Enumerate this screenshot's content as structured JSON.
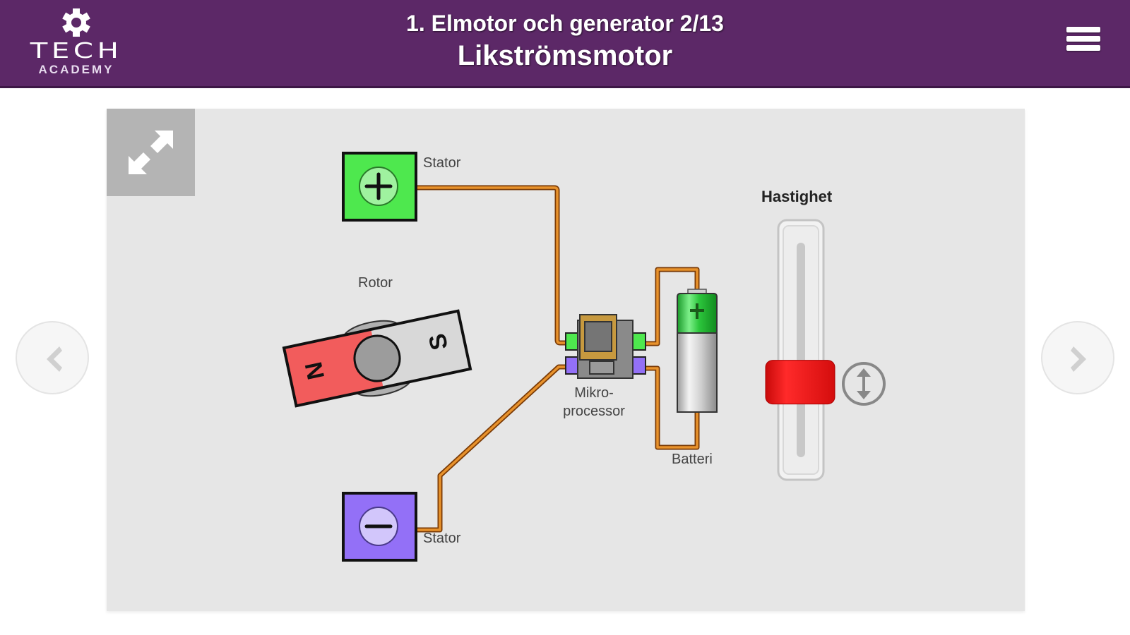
{
  "header": {
    "logo": {
      "word": "TECH",
      "sub": "ACADEMY",
      "icon": "gear-icon"
    },
    "chapter_title": "1. Elmotor och generator 2/13",
    "page_title": "Likströmsmotor",
    "menu_icon": "hamburger-menu-icon"
  },
  "stage": {
    "fullscreen_icon": "expand-arrows-icon",
    "labels": {
      "stator_top": "Stator",
      "stator_bottom": "Stator",
      "rotor": "Rotor",
      "rotor_north": "N",
      "rotor_south": "S",
      "microprocessor_line1": "Mikro-",
      "microprocessor_line2": "processor",
      "battery": "Batteri",
      "battery_sign": "+",
      "speed": "Hastighet"
    },
    "speed_slider": {
      "value_fraction": 0.35
    },
    "colors": {
      "stator_positive": "#4ee84e",
      "stator_negative": "#9370f7",
      "rotor_north": "#f25c5c",
      "rotor_south": "#d8d8d8",
      "wire": "#d4781a",
      "slider_thumb": "#e01414"
    }
  },
  "navigation": {
    "prev_icon": "chevron-left-icon",
    "next_icon": "chevron-right-icon"
  }
}
